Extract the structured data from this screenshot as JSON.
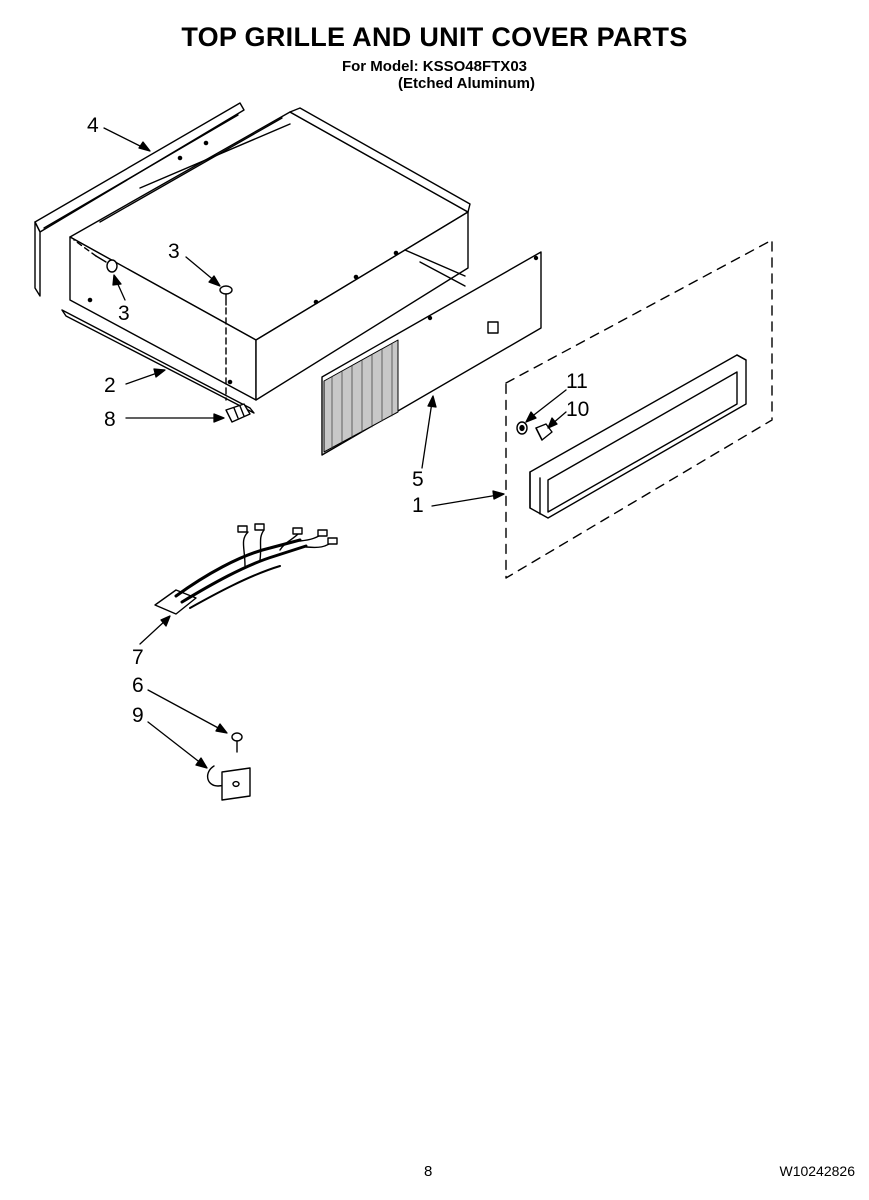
{
  "header": {
    "title": "TOP GRILLE AND UNIT COVER PARTS",
    "model_line": "For Model: KSSO48FTX03",
    "finish_line": "(Etched Aluminum)"
  },
  "callouts": {
    "c1": "1",
    "c2": "2",
    "c3a": "3",
    "c3b": "3",
    "c4": "4",
    "c5": "5",
    "c6": "6",
    "c7": "7",
    "c8": "8",
    "c9": "9",
    "c10": "10",
    "c11": "11"
  },
  "footer": {
    "page_number": "8",
    "document_code": "W10242826"
  }
}
